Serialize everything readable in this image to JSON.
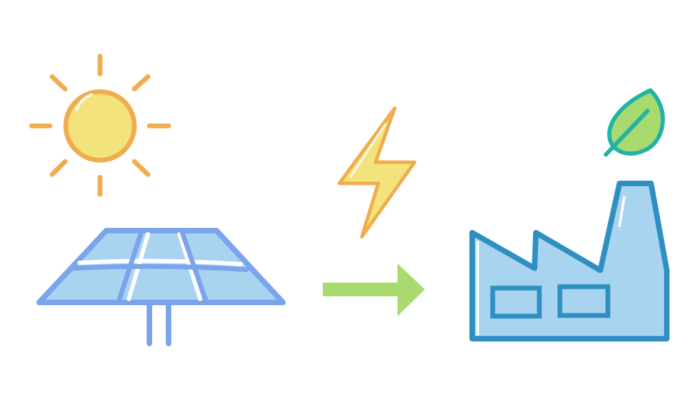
{
  "illustration": {
    "elements": [
      {
        "id": "sun",
        "icon": "sun-icon"
      },
      {
        "id": "solar-panel",
        "icon": "solar-panel-icon"
      },
      {
        "id": "lightning",
        "icon": "lightning-bolt-icon"
      },
      {
        "id": "arrow",
        "icon": "arrow-right-icon"
      },
      {
        "id": "leaf",
        "icon": "leaf-icon"
      },
      {
        "id": "factory",
        "icon": "factory-icon"
      }
    ],
    "colors": {
      "sun_fill": "#F3E37C",
      "sun_outline": "#F0AD4E",
      "panel_frame": "#7BA4EC",
      "panel_cells": "#A8D4EF",
      "bolt_fill": "#F3E37C",
      "bolt_outline": "#F0AD4E",
      "arrow": "#A8DA6E",
      "leaf_fill": "#A8DA6E",
      "leaf_outline": "#20B3A6",
      "factory_fill": "#A8D4EF",
      "factory_outline": "#2F8FC3"
    }
  }
}
